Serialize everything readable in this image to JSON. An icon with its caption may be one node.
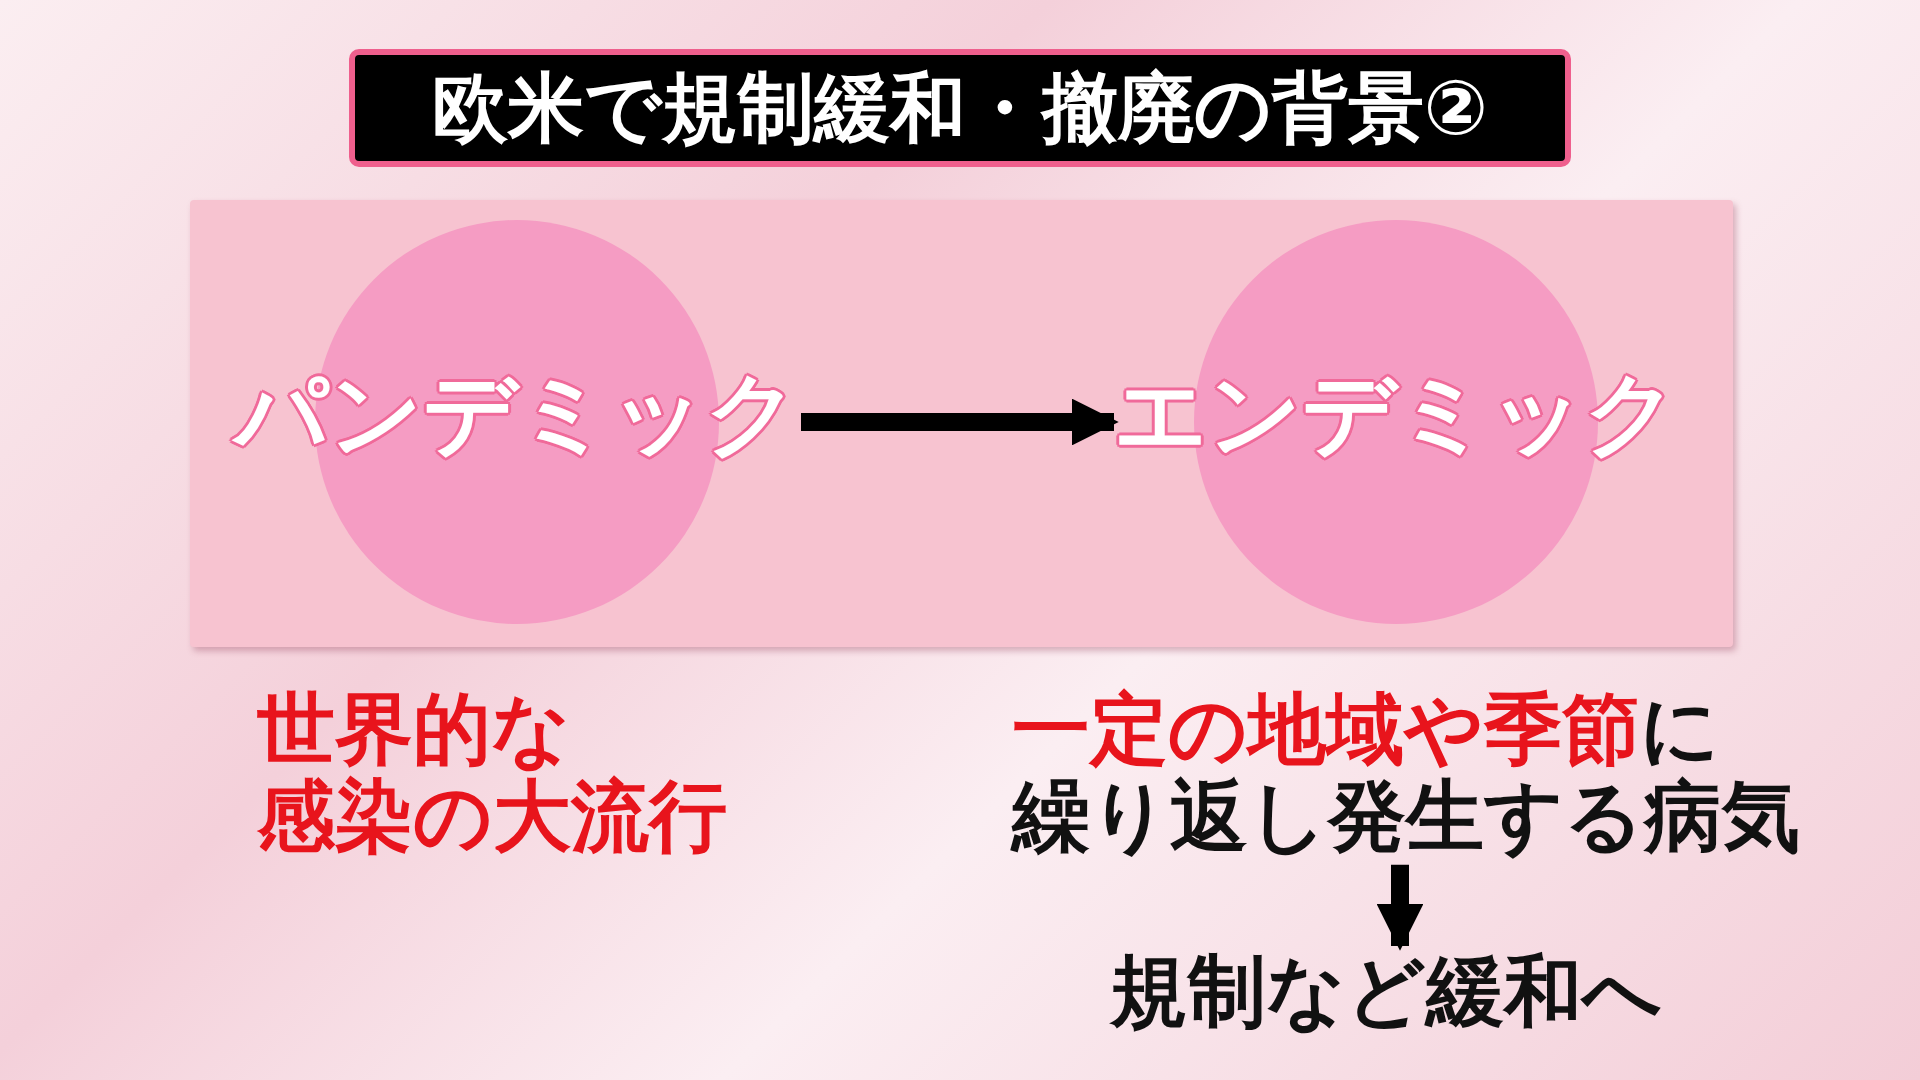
{
  "diagram": {
    "title": "欧米で規制緩和・撤廃の背景②",
    "nodes": [
      {
        "text": [],
        "shape": "box"
      },
      {
        "text": [
          "パンデミック"
        ],
        "in": 0
      },
      {
        "text": [
          "エンデミック"
        ],
        "in": 0
      },
      {
        "text": [
          "世界的な感染の大流行"
        ]
      },
      {
        "text": [
          "**一定の地域や季節**に繰り返し発生する病気"
        ]
      },
      {
        "text": [
          "規制など緩和へ"
        ]
      }
    ],
    "edges": [
      {
        "from": 1,
        "to": 2,
        "arrow": "to"
      },
      {
        "from": 4,
        "to": 5,
        "arrow": "to"
      }
    ]
  }
}
